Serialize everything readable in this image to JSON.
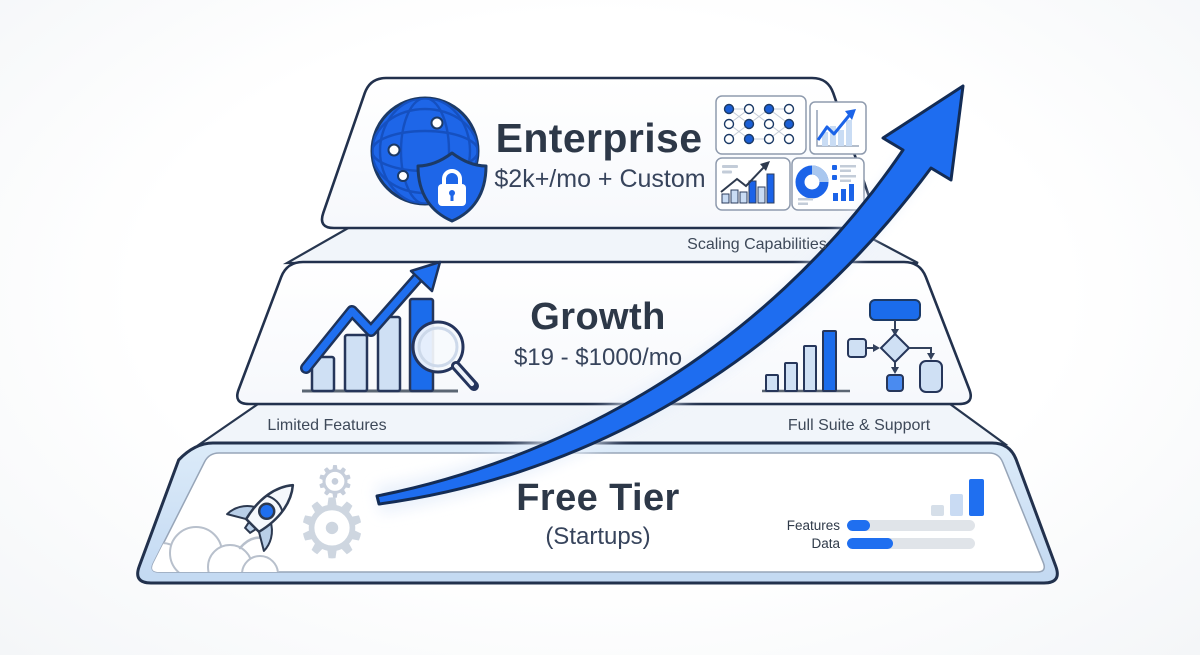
{
  "diagram": {
    "tiers": [
      {
        "name": "Enterprise",
        "price": "$2k+/mo + Custom"
      },
      {
        "name": "Growth",
        "price": "$19 - $1000/mo"
      },
      {
        "name": "Free Tier",
        "subtitle": "(Startups)"
      }
    ],
    "band_labels": {
      "scaling": "Scaling Capabilities",
      "limited": "Limited Features",
      "full_suite": "Full Suite & Support"
    },
    "free_metrics": [
      {
        "label": "Features",
        "percent": 18
      },
      {
        "label": "Data",
        "percent": 36
      }
    ],
    "icons": {
      "gear_glyph": "⚙",
      "names": [
        "globe-shield",
        "neural-network",
        "line-chart",
        "bar-chart-trend",
        "donut-chart-report",
        "bars-magnifier",
        "mini-bar-chart",
        "flowchart",
        "rocket",
        "gears",
        "clouds",
        "signal-bars",
        "growth-arrow"
      ]
    },
    "colors": {
      "primary_blue": "#1f6ff0",
      "outline_navy": "#22314d",
      "light_blue_fill": "#cfe0f4",
      "free_border_blue": "#cde0f5",
      "band_fill": "#f1f5fa",
      "text_dark": "#2d3848",
      "text_muted": "#3e4959",
      "track_gray": "#e0e4e9"
    }
  }
}
